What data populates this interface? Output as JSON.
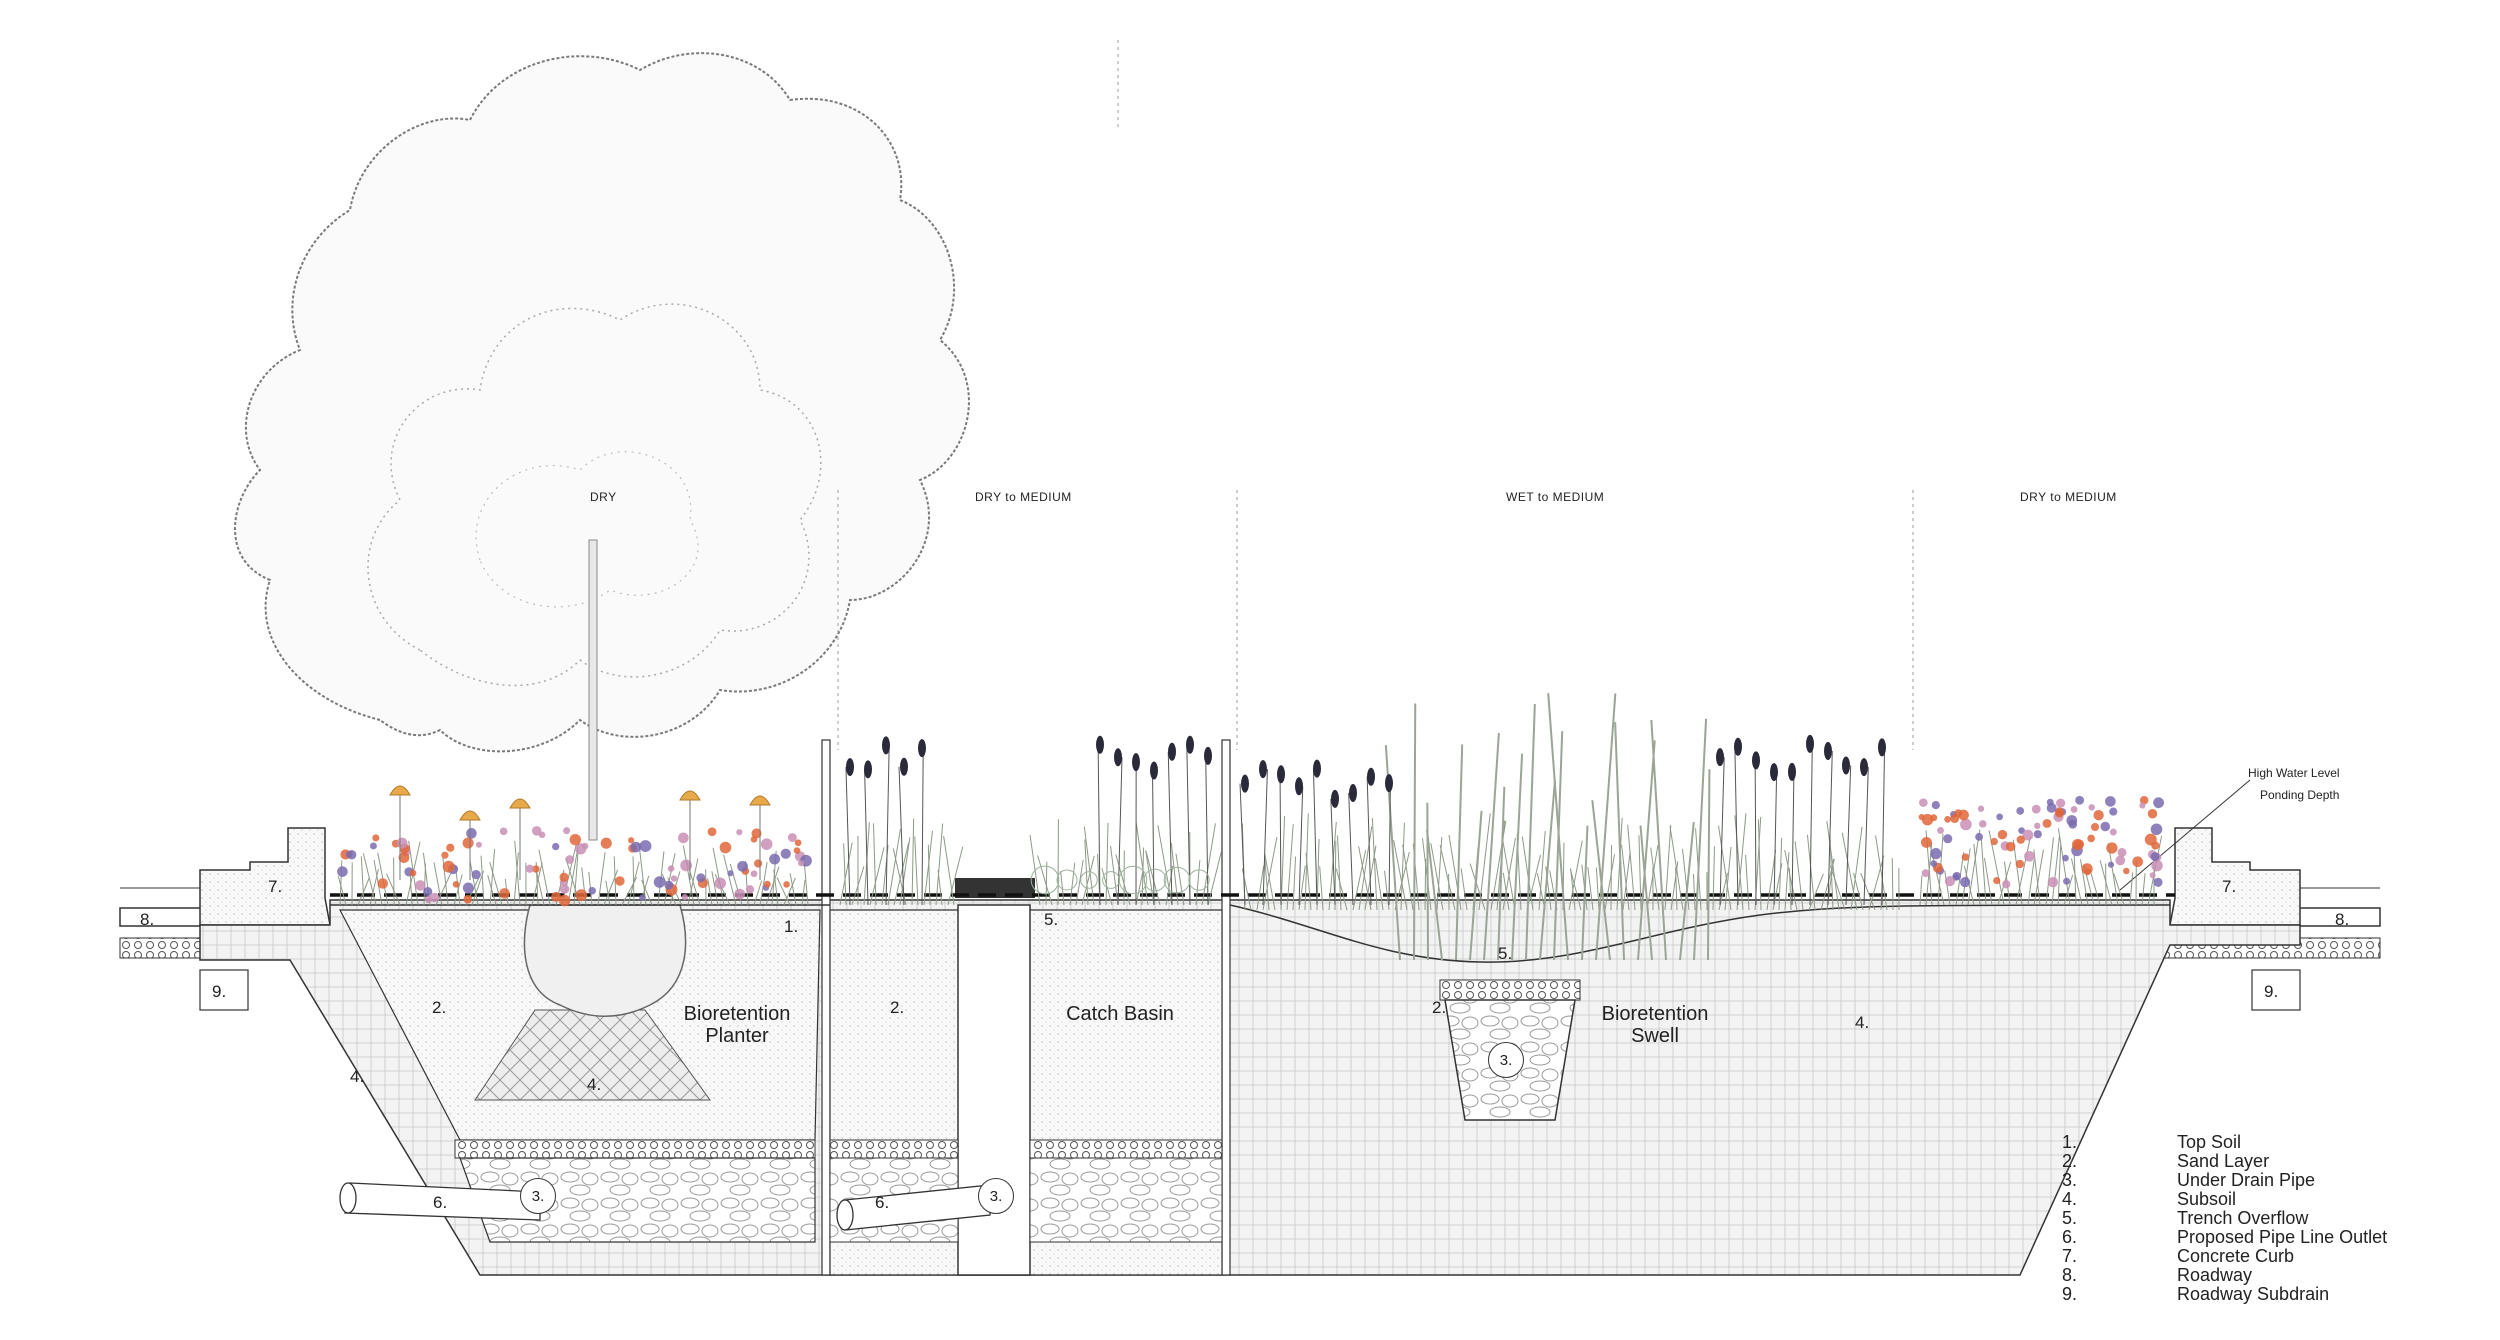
{
  "zones": [
    {
      "id": "zone-dry",
      "label": "DRY"
    },
    {
      "id": "zone-dry-medium-1",
      "label": "DRY to MEDIUM"
    },
    {
      "id": "zone-wet-medium",
      "label": "WET to MEDIUM"
    },
    {
      "id": "zone-dry-medium-2",
      "label": "DRY to MEDIUM"
    }
  ],
  "callouts": {
    "high_water": "High Water Level",
    "ponding": "Ponding Depth"
  },
  "areas": {
    "planter_line1": "Bioretention",
    "planter_line2": "Planter",
    "catch_basin": "Catch Basin",
    "swell_line1": "Bioretention",
    "swell_line2": "Swell"
  },
  "markers": {
    "n1": "1.",
    "n2": "2.",
    "n3": "3.",
    "n4": "4.",
    "n5": "5.",
    "n6": "6.",
    "n7": "7.",
    "n8": "8.",
    "n9": "9."
  },
  "legend": [
    {
      "num": "1.",
      "label": "Top Soil"
    },
    {
      "num": "2.",
      "label": "Sand Layer"
    },
    {
      "num": "3.",
      "label": "Under Drain Pipe"
    },
    {
      "num": "4.",
      "label": "Subsoil"
    },
    {
      "num": "5.",
      "label": "Trench Overflow"
    },
    {
      "num": "6.",
      "label": "Proposed Pipe Line Outlet"
    },
    {
      "num": "7.",
      "label": "Concrete Curb"
    },
    {
      "num": "8.",
      "label": "Roadway"
    },
    {
      "num": "9.",
      "label": "Roadway Subdrain"
    }
  ],
  "colors": {
    "line": "#333333",
    "soil": "#f2f2f2",
    "sand": "#f7f7f7",
    "flower_orange": "#e0663a",
    "flower_purple": "#7a6bb0",
    "flower_pink": "#c98fb5",
    "flower_yellow": "#e8a94a",
    "seed_head": "#2a2a3a",
    "grass": "#8c9a86"
  }
}
